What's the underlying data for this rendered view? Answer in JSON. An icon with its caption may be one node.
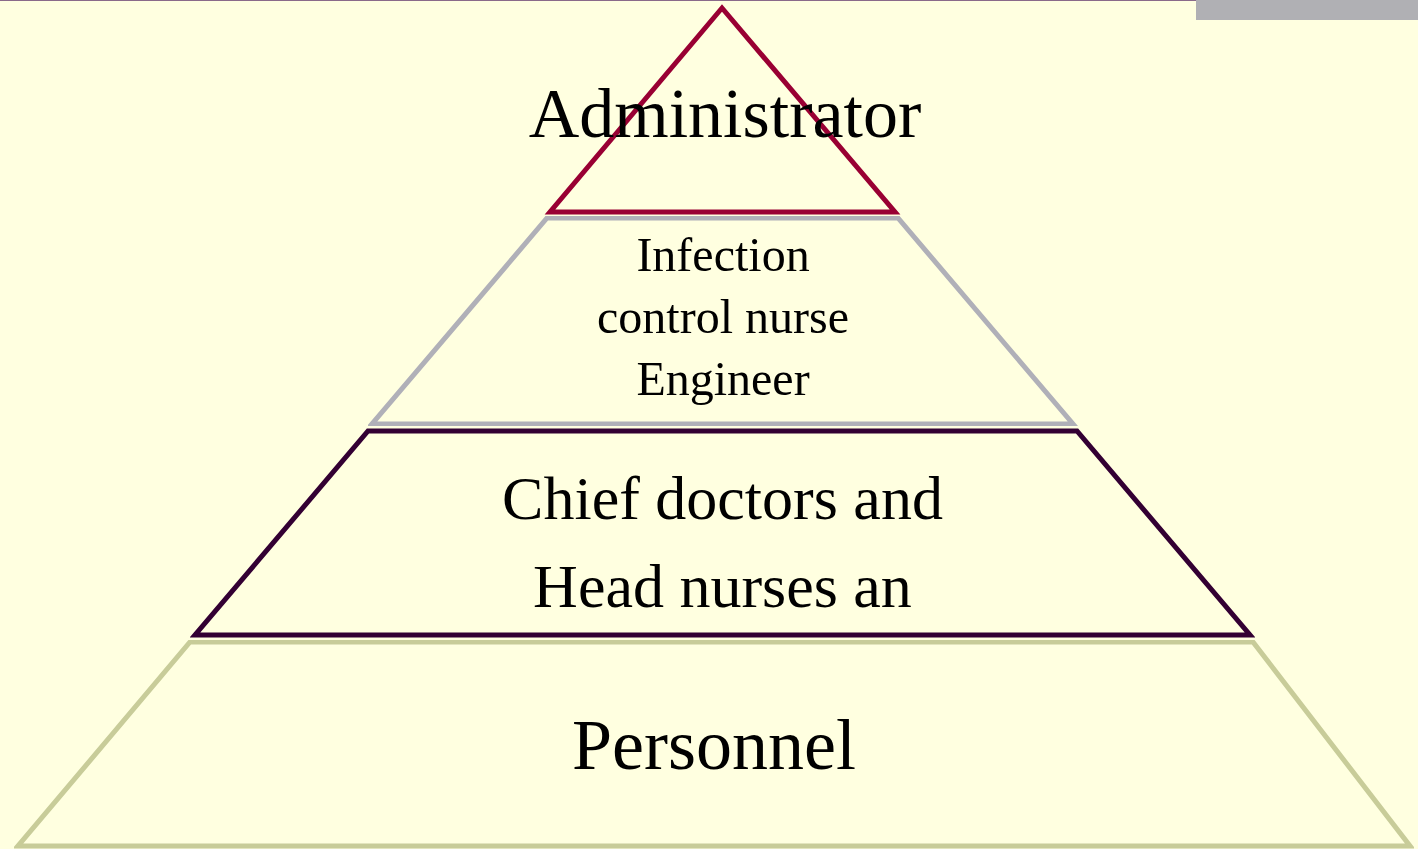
{
  "diagram": {
    "nodes": [
      {
        "text": [
          "Administrator"
        ]
      },
      {
        "text": [
          "Infection control nurse",
          "Engineer"
        ]
      },
      {
        "text": [
          "Chief doctors and Head nurses an"
        ]
      },
      {
        "text": [
          "Personnel"
        ]
      }
    ]
  }
}
